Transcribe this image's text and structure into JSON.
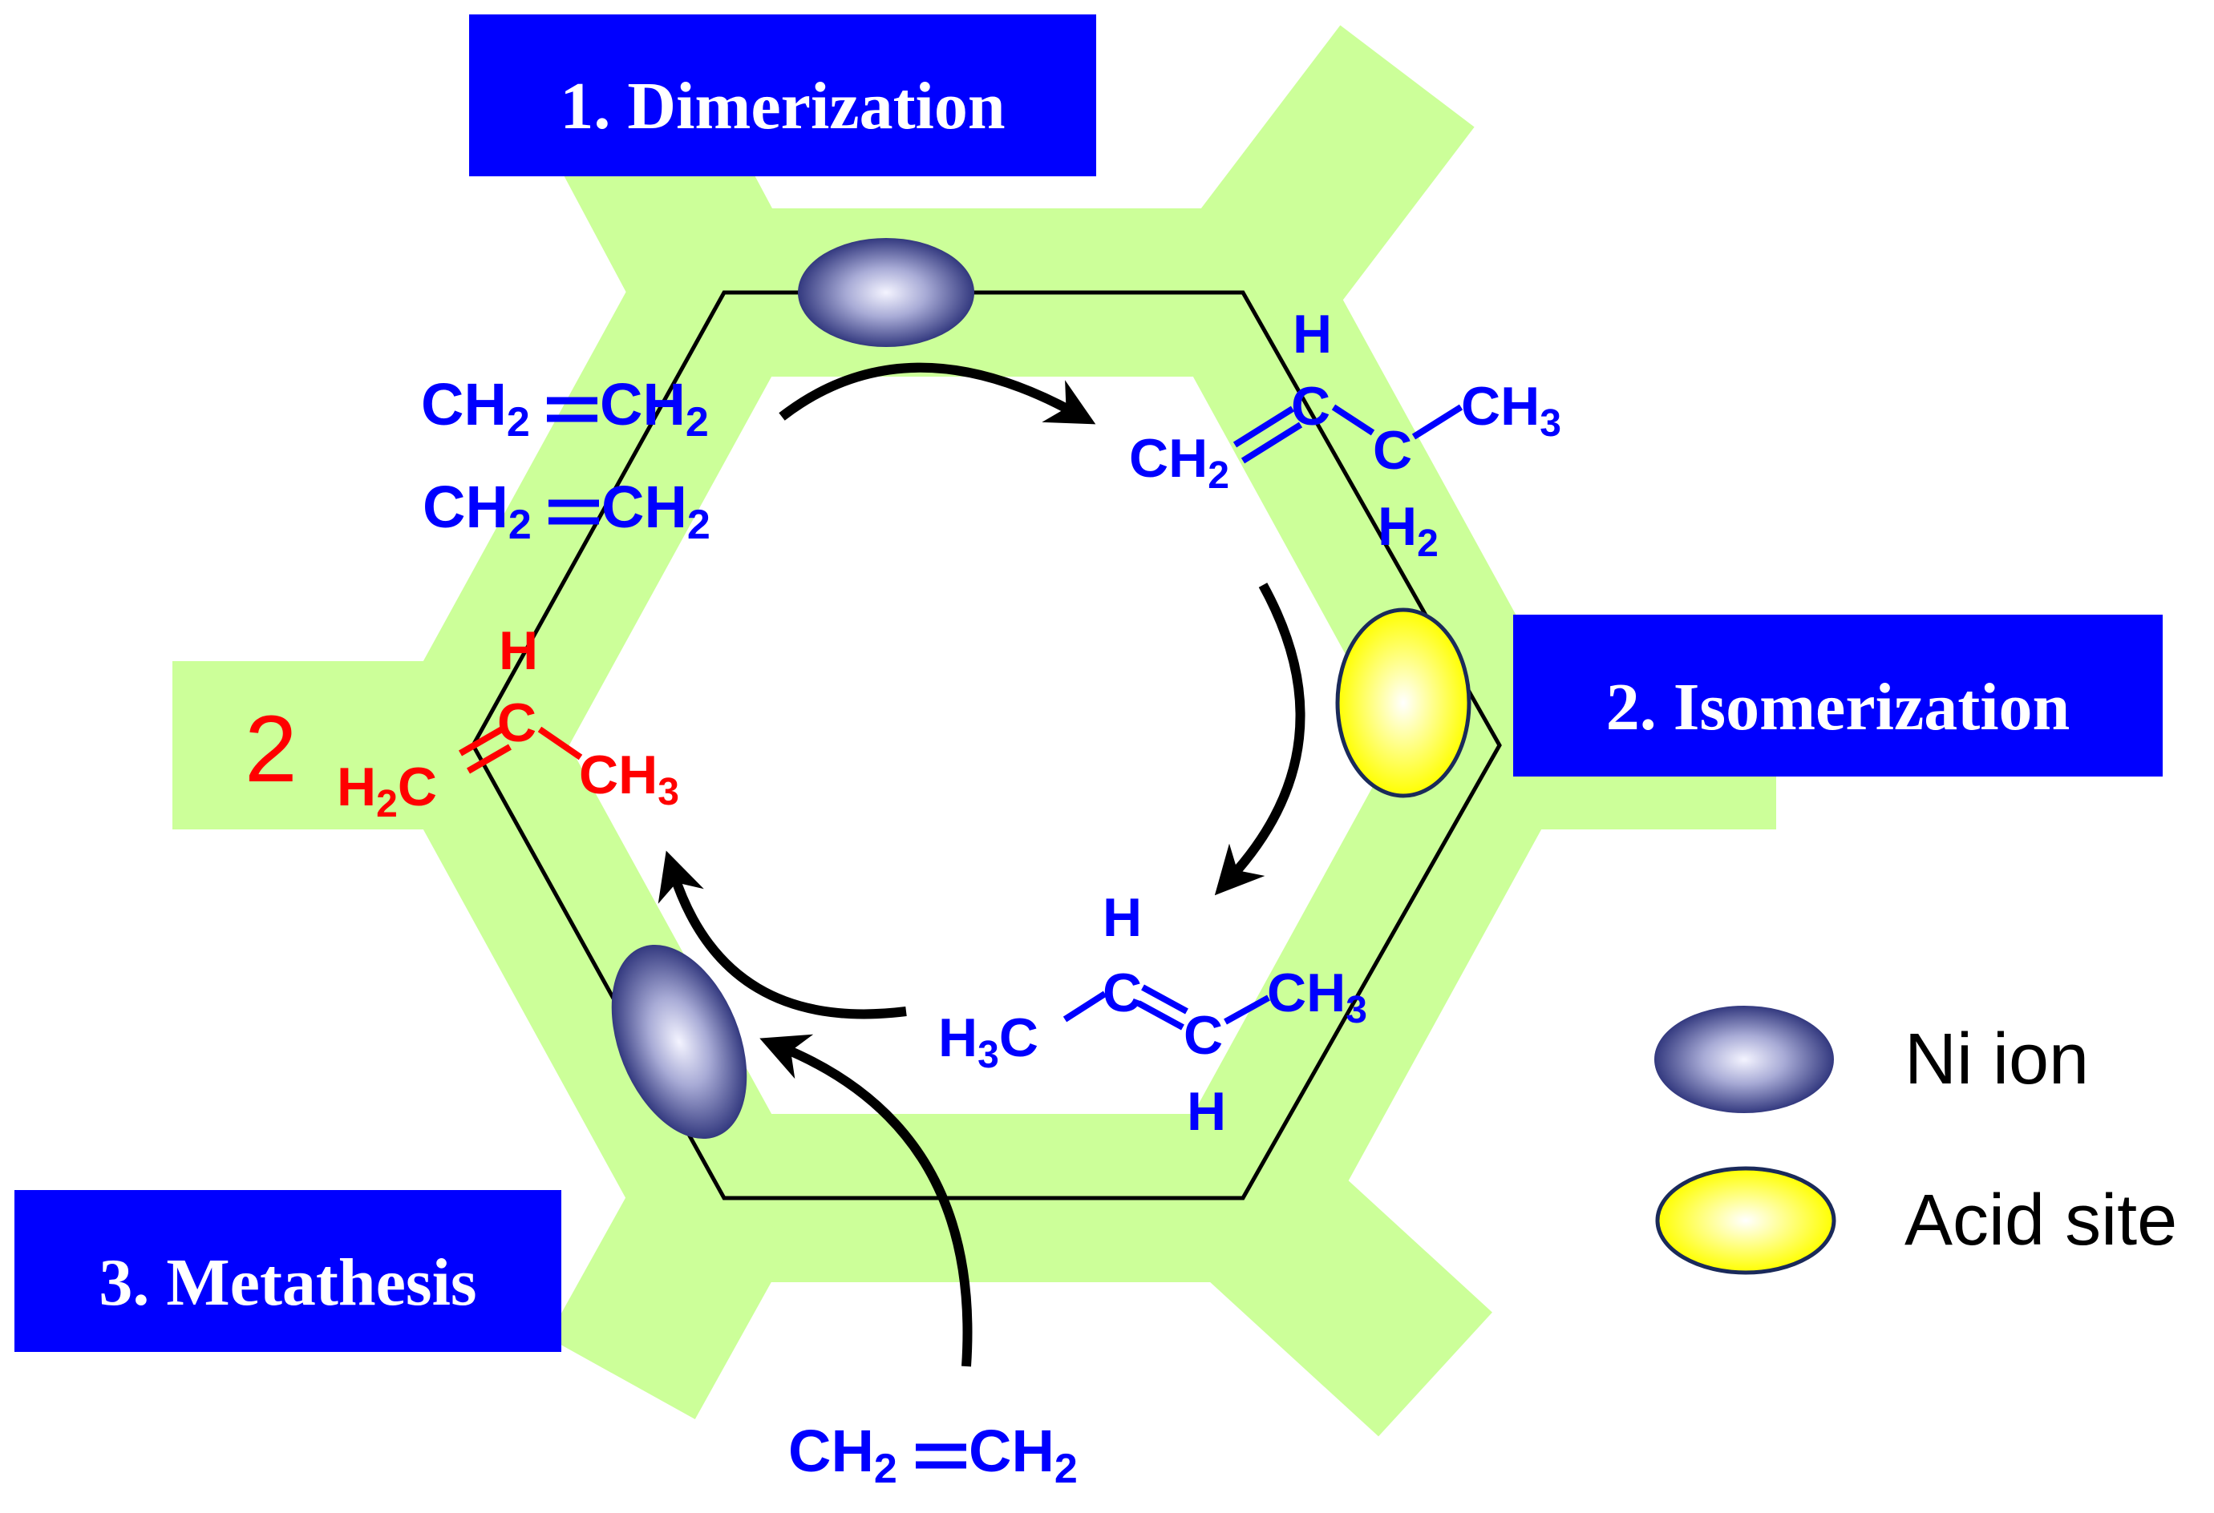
{
  "colors": {
    "framework": "#ccff99",
    "box_fill": "#0000ff",
    "box_text": "#ffffff",
    "molecule_blue": "#0000ff",
    "product_red": "#ff0000",
    "arrow": "#000000",
    "ni_ion": "#3a3f86",
    "acid_site": "#ffff00"
  },
  "steps": {
    "dimerization": "1. Dimerization",
    "isomerization": "2. Isomerization",
    "metathesis": "3. Metathesis"
  },
  "legend": {
    "ni_ion": "Ni ion",
    "acid_site": "Acid site"
  },
  "molecules": {
    "ethylene_top_1": {
      "left": "CH",
      "sub_left": "2",
      "right": "CH",
      "sub_right": "2"
    },
    "ethylene_top_2": {
      "left": "CH",
      "sub_left": "2",
      "right": "CH",
      "sub_right": "2"
    },
    "ethylene_bottom": {
      "left": "CH",
      "sub_left": "2",
      "right": "CH",
      "sub_right": "2"
    },
    "butene_1": {
      "h_top": "H",
      "c1": "C",
      "c2": "C",
      "ch2": "CH",
      "ch2_sub": "2",
      "ch3": "CH",
      "ch3_sub": "3",
      "h2": "H",
      "h2_sub": "2"
    },
    "butene_2": {
      "h_top": "H",
      "c1": "C",
      "c2": "C",
      "h3c": "H",
      "h3c_sub": "3",
      "h3c_c": "C",
      "ch3": "CH",
      "ch3_sub": "3",
      "h_bottom": "H"
    },
    "propene": {
      "coefficient": "2",
      "h_top": "H",
      "c": "C",
      "h2c": "H",
      "h2c_sub": "2",
      "h2c_c": "C",
      "ch3": "CH",
      "ch3_sub": "3"
    }
  }
}
